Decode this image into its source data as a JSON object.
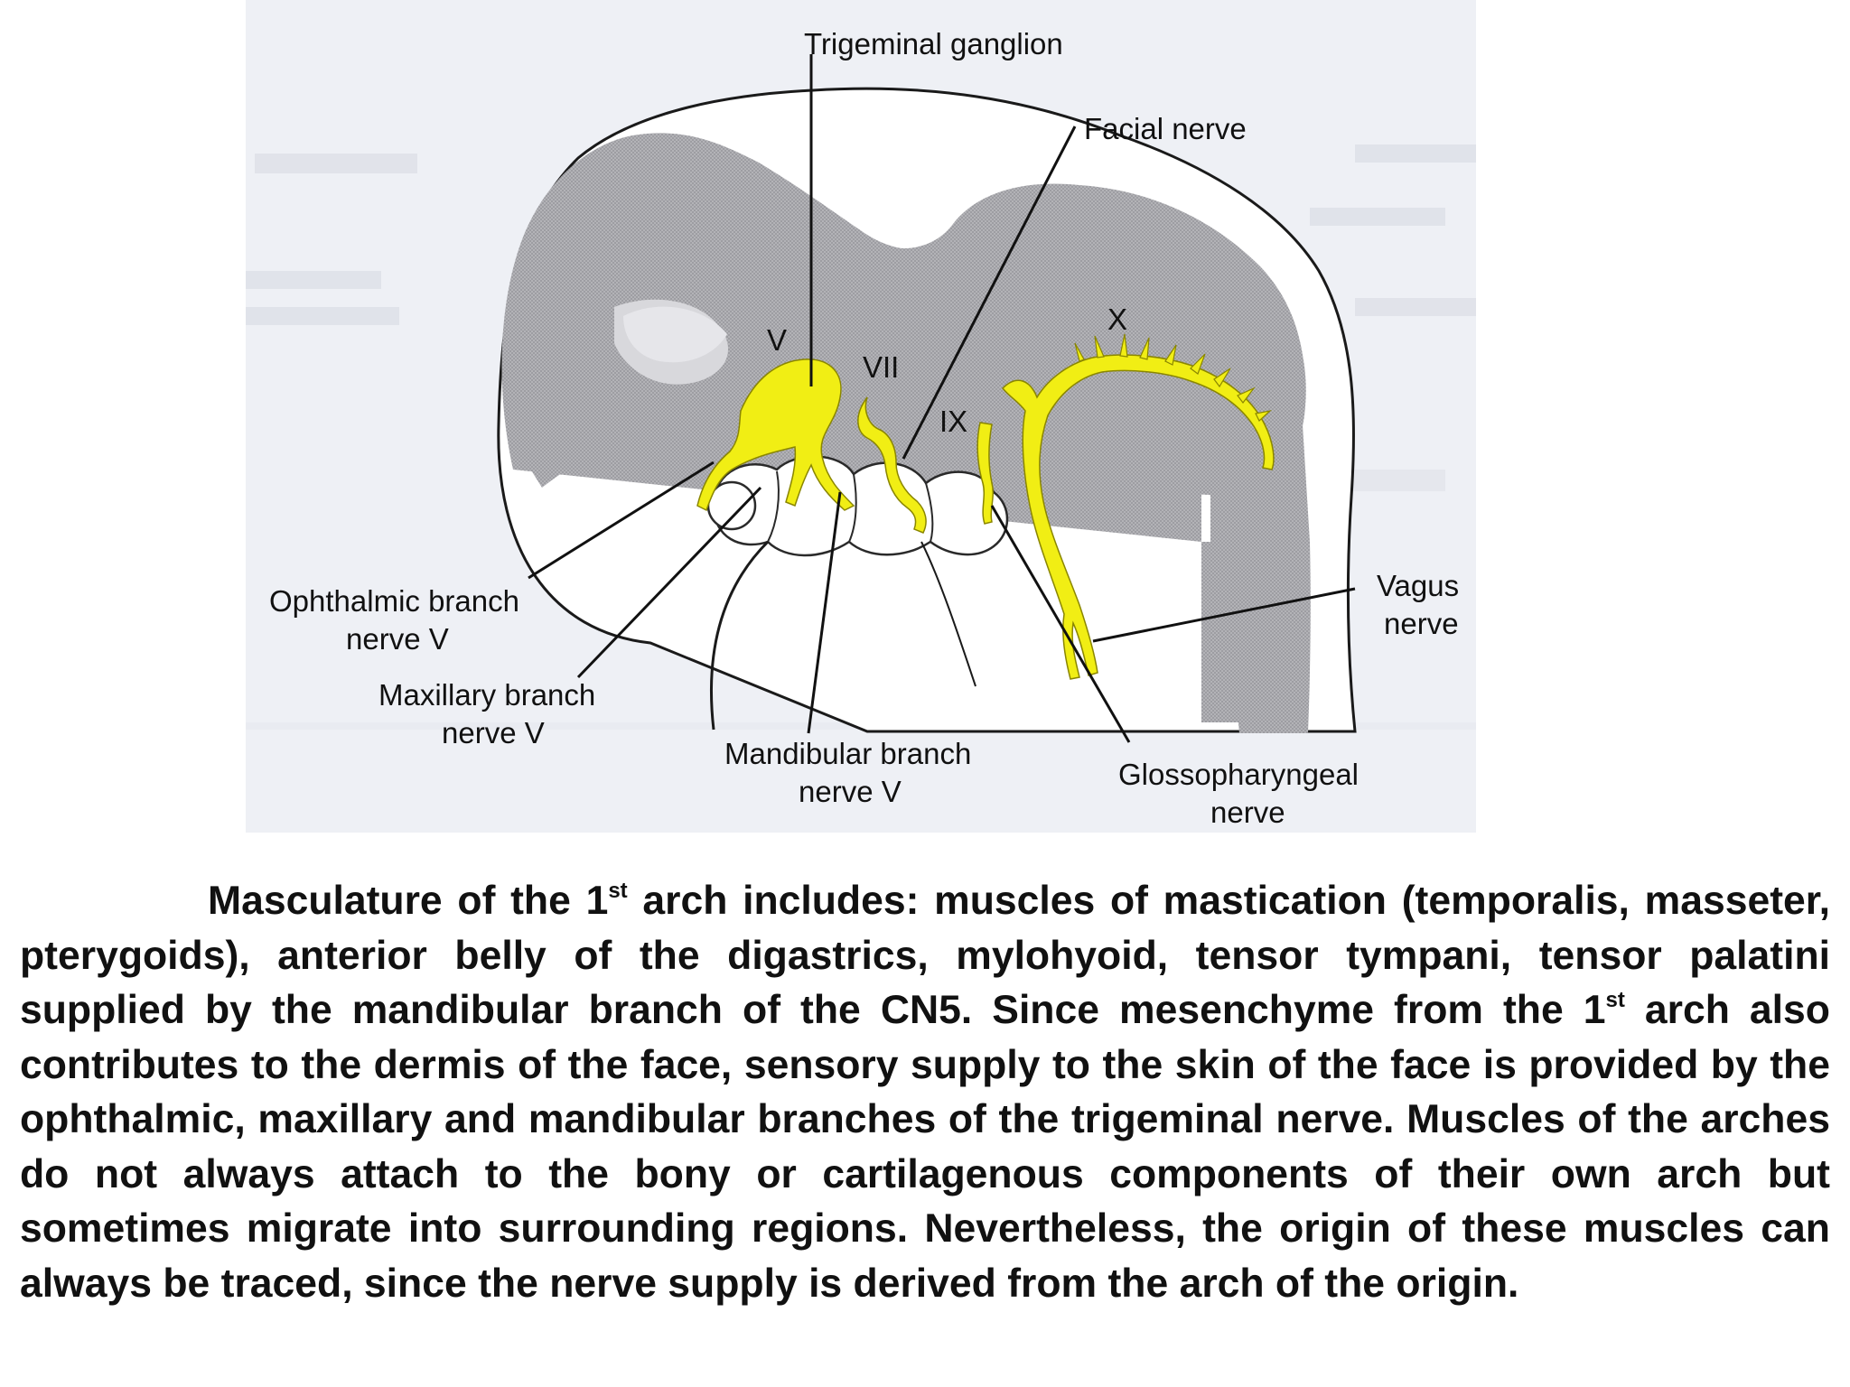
{
  "diagram": {
    "labels": {
      "trigeminal_ganglion": "Trigeminal ganglion",
      "facial_nerve": "Facial nerve",
      "ophthalmic_1": "Ophthalmic branch",
      "ophthalmic_2": "nerve V",
      "maxillary_1": "Maxillary branch",
      "maxillary_2": "nerve V",
      "mandibular_1": "Mandibular branch",
      "mandibular_2": "nerve V",
      "glosso_1": "Glossopharyngeal",
      "glosso_2": "nerve",
      "vagus_1": "Vagus",
      "vagus_2": "nerve",
      "roman_v": "V",
      "roman_vii": "VII",
      "roman_ix": "IX",
      "roman_x": "X"
    },
    "colors": {
      "nerve": "#f1ee14",
      "tissue": "#a9a9ad",
      "scan_background": "#eef0f5"
    }
  },
  "caption": {
    "p1": "Masculature of the 1",
    "sup1": "st",
    "p2": "  arch includes: muscles of mastication (temporalis, masseter, pterygoids), anterior belly of the digastrics, mylohyoid, tensor tympani, tensor palatini supplied by the mandibular branch of the CN5. Since mesenchyme from the 1",
    "sup2": "st",
    "p3": " arch also contributes to the dermis of the face, sensory supply to the skin of the face is provided by the ophthalmic, maxillary and mandibular branches of the trigeminal nerve. Muscles of the arches do not always attach to the bony or cartilagenous components of their own arch but sometimes migrate into surrounding regions. Nevertheless, the origin of these muscles can always be traced, since the nerve supply is derived from the arch of the origin."
  }
}
